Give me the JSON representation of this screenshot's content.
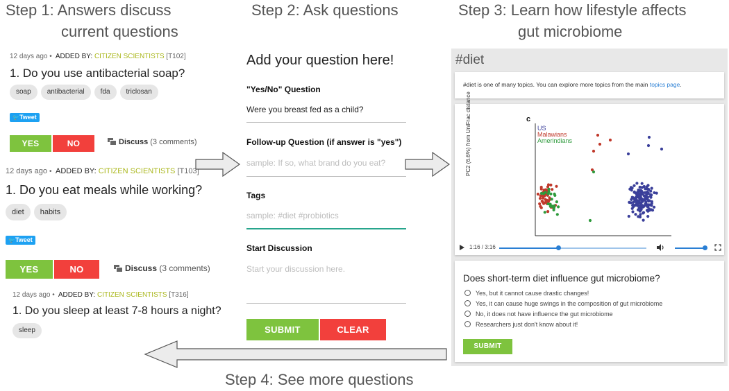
{
  "steps": {
    "step1_line1": "Step 1: Answers discuss",
    "step1_line2": "current questions",
    "step2": "Step 2: Ask questions",
    "step3_line1": "Step 3: Learn how lifestyle affects",
    "step3_line2": "gut microbiome",
    "step4": "Step 4: See more questions"
  },
  "questions": [
    {
      "age": "12 days ago",
      "dot": "•",
      "added_by": "ADDED BY:",
      "author": "CITIZEN SCIENTISTS",
      "code": "[T102]",
      "title": "1. Do you use antibacterial soap?",
      "tags": [
        "soap",
        "antibacterial",
        "fda",
        "triclosan"
      ],
      "tweet": "Tweet",
      "yes": "YES",
      "no": "NO",
      "discuss": "Discuss",
      "comments": "(3 comments)"
    },
    {
      "age": "12 days ago",
      "dot": "•",
      "added_by": "ADDED BY:",
      "author": "CITIZEN SCIENTISTS",
      "code": "[T103]",
      "title": "1. Do you eat meals while working?",
      "tags": [
        "diet",
        "habits"
      ],
      "tweet": "Tweet",
      "yes": "YES",
      "no": "NO",
      "discuss": "Discuss",
      "comments": "(3 comments)"
    },
    {
      "age": "12 days ago",
      "dot": "•",
      "added_by": "ADDED BY:",
      "author": "CITIZEN SCIENTISTS",
      "code": "[T316]",
      "title": "1. Do you sleep at least 7-8 hours a night?",
      "tags": [
        "sleep"
      ]
    }
  ],
  "form": {
    "heading": "Add your question here!",
    "yesno_label": "\"Yes/No\" Question",
    "yesno_value": "Were you breast fed as a child?",
    "followup_label": "Follow-up Question (if answer is \"yes\")",
    "followup_placeholder": "sample: If so, what brand do you eat?",
    "tags_label": "Tags",
    "tags_placeholder": "sample: #diet #probiotics",
    "discussion_label": "Start Discussion",
    "discussion_placeholder": "Start your discussion here.",
    "submit": "SUBMIT",
    "clear": "CLEAR"
  },
  "topic": {
    "title": "#diet",
    "intro_before": "#diet is one of many topics. You can explore more topics from the main",
    "intro_link": "topics page",
    "intro_after": ".",
    "figure": {
      "panel_letter": "c",
      "ylabel": "PC2 (6.6%) from UniFrac distance",
      "legend": [
        "US",
        "Malawians",
        "Amerindians"
      ],
      "time": "1:16 / 3:16",
      "progress": 0.4,
      "volume": 1.0
    },
    "poll": {
      "question": "Does short-term diet influence gut microbiome?",
      "options": [
        "Yes, but it cannot cause drastic changes!",
        "Yes, it can cause huge swings in the composition of gut microbiome",
        "No, it does not have influence the gut microbiome",
        "Researchers just don't know about it!"
      ],
      "submit": "SUBMIT"
    }
  },
  "colors": {
    "yes": "#7ec33e",
    "no": "#f2403c",
    "author": "#aab71c",
    "link": "#2a7fd4",
    "us": "#3a3f9a",
    "malawians": "#c0392b",
    "amerindians": "#2e9a3c",
    "player": "#2a7fd4",
    "focus_line": "#27a58c"
  }
}
